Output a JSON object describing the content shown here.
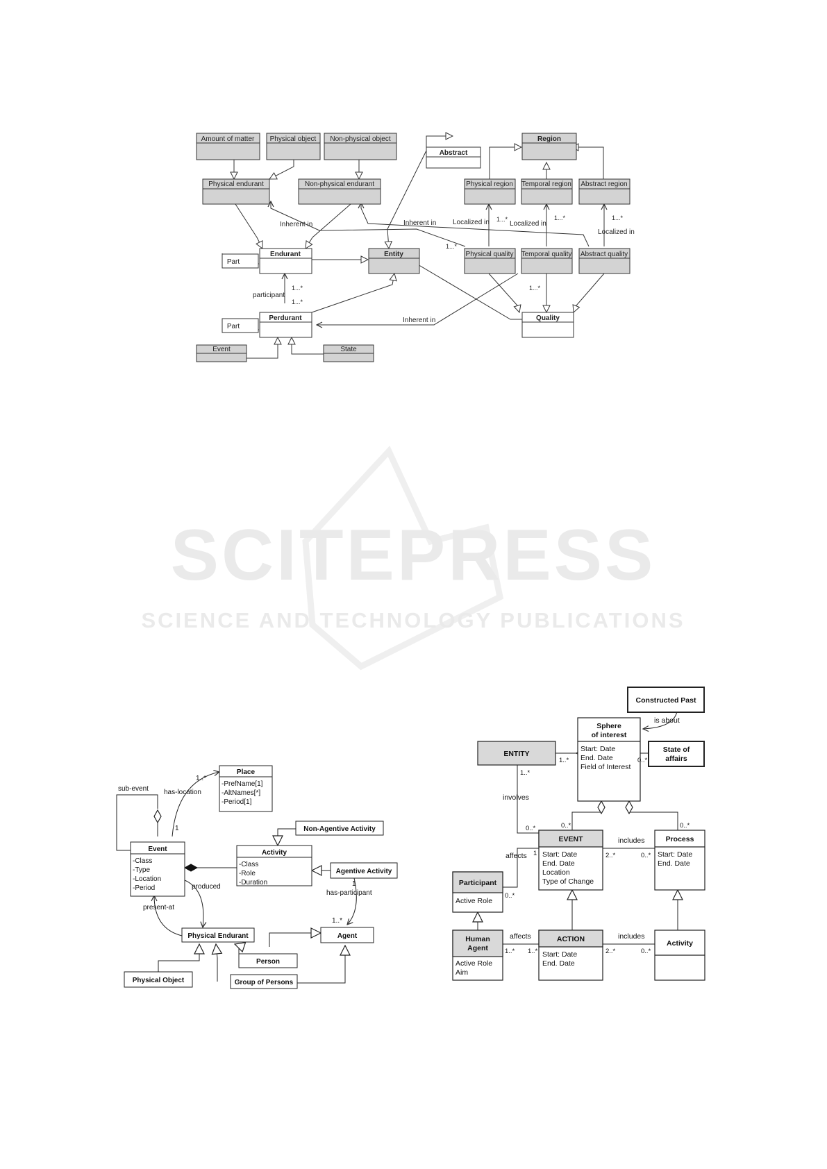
{
  "watermark": {
    "main": "SCITEPRESS",
    "sub": "SCIENCE AND TECHNOLOGY PUBLICATIONS"
  },
  "diagram1": {
    "classes": {
      "amount_of_matter": "Amount of matter",
      "physical_object": "Physical object",
      "non_physical_object": "Non-physical object",
      "abstract": "Abstract",
      "region": "Region",
      "physical_endurant": "Physical endurant",
      "non_physical_endurant": "Non-physical endurant",
      "physical_region": "Physical region",
      "temporal_region": "Temporal region",
      "abstract_region": "Abstract region",
      "endurant": "Endurant",
      "entity": "Entity",
      "physical_quality": "Physical quality",
      "temporal_quality": "Temporal quality",
      "abstract_quality": "Abstract quality",
      "part1": "Part",
      "part2": "Part",
      "perdurant": "Perdurant",
      "quality": "Quality",
      "event": "Event",
      "state": "State"
    },
    "labels": {
      "inherent_in_1": "Inherent in",
      "inherent_in_2": "Inherent in",
      "inherent_in_3": "Inherent in",
      "localized_in_1": "Localized in",
      "localized_in_2": "Localized in",
      "localized_in_3": "Localized in",
      "participant": "participant",
      "m1": "1...*",
      "m2": "1...*",
      "m3": "1...*",
      "m4": "1...*",
      "m5": "1...*",
      "m6": "1...*",
      "m7": "1...*"
    }
  },
  "diagram2": {
    "classes": {
      "place": {
        "name": "Place",
        "attrs": [
          "-PrefName[1]",
          "-AltNames[*]",
          "-Period[1]"
        ]
      },
      "event": {
        "name": "Event",
        "attrs": [
          "-Class",
          "-Type",
          "-Location",
          "-Period"
        ]
      },
      "activity": {
        "name": "Activity",
        "attrs": [
          "-Class",
          "-Role",
          "-Duration"
        ]
      },
      "non_agentive": "Non-Agentive Activity",
      "agentive": "Agentive Activity",
      "physical_endurant": "Physical Endurant",
      "agent": "Agent",
      "person": "Person",
      "physical_object": "Physical Object",
      "group_of_persons": "Group of Persons"
    },
    "labels": {
      "has_location": "has-location",
      "m_1star_place": "1..*",
      "m_1_place": "1",
      "sub_event": "sub-event",
      "produced": "produced",
      "present_at": "present-at",
      "has_participant": "has-participant",
      "m_1_agentive": "1",
      "m_1star_agent": "1..*"
    }
  },
  "diagram3": {
    "classes": {
      "constructed_past": "Constructed Past",
      "sphere": {
        "name1": "Sphere",
        "name2": "of interest",
        "attrs": [
          "Start: Date",
          "End. Date",
          "Field of Interest"
        ]
      },
      "entity": "ENTITY",
      "state_of_affairs": {
        "name1": "State of",
        "name2": "affairs"
      },
      "event": {
        "name": "EVENT",
        "attrs": [
          "Start: Date",
          "End. Date",
          "Location",
          "Type of Change"
        ]
      },
      "process": {
        "name": "Process",
        "attrs": [
          "Start: Date",
          "End. Date"
        ]
      },
      "participant": {
        "name": "Participant",
        "attrs": [
          "Active Role"
        ]
      },
      "human_agent": {
        "name1": "Human",
        "name2": "Agent",
        "attrs": [
          "Active Role",
          "Aim"
        ]
      },
      "action": {
        "name": "ACTION",
        "attrs": [
          "Start: Date",
          "End. Date"
        ]
      },
      "activity": {
        "name": "Activity"
      }
    },
    "labels": {
      "is_about": "is about",
      "m_entity_sphere": "1..*",
      "m_state": "0..*",
      "involves": "involves",
      "m_involves_top": "1..*",
      "m_involves_bottom": "0..*",
      "m_event_top": "0..*",
      "m_process_top": "0..*",
      "includes_1": "includes",
      "m_ev_left": "2..*",
      "m_ev_right": "0..*",
      "affects_1": "affects",
      "m_aff1_a": "1",
      "m_aff1_b": "0..*",
      "affects_2": "affects",
      "m_aff2_a": "1..*",
      "m_aff2_b": "1..*",
      "includes_2": "includes",
      "m_act_left": "2..*",
      "m_act_right": "0..*"
    }
  }
}
